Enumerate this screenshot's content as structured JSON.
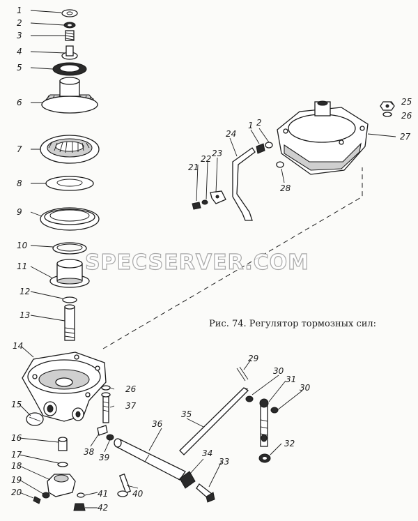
{
  "caption": "Рис. 74. Регулятор тормозных сил:",
  "watermark": "SPECSERVER.COM",
  "labels": [
    "1",
    "2",
    "3",
    "4",
    "5",
    "6",
    "7",
    "8",
    "9",
    "10",
    "11",
    "12",
    "13",
    "14",
    "15",
    "16",
    "17",
    "18",
    "19",
    "20",
    "21",
    "22",
    "23",
    "24",
    "1",
    "2",
    "25",
    "26",
    "27",
    "28",
    "26",
    "37",
    "38",
    "39",
    "36",
    "35",
    "40",
    "34",
    "33",
    "29",
    "30",
    "31",
    "30",
    "32",
    "41",
    "42"
  ]
}
